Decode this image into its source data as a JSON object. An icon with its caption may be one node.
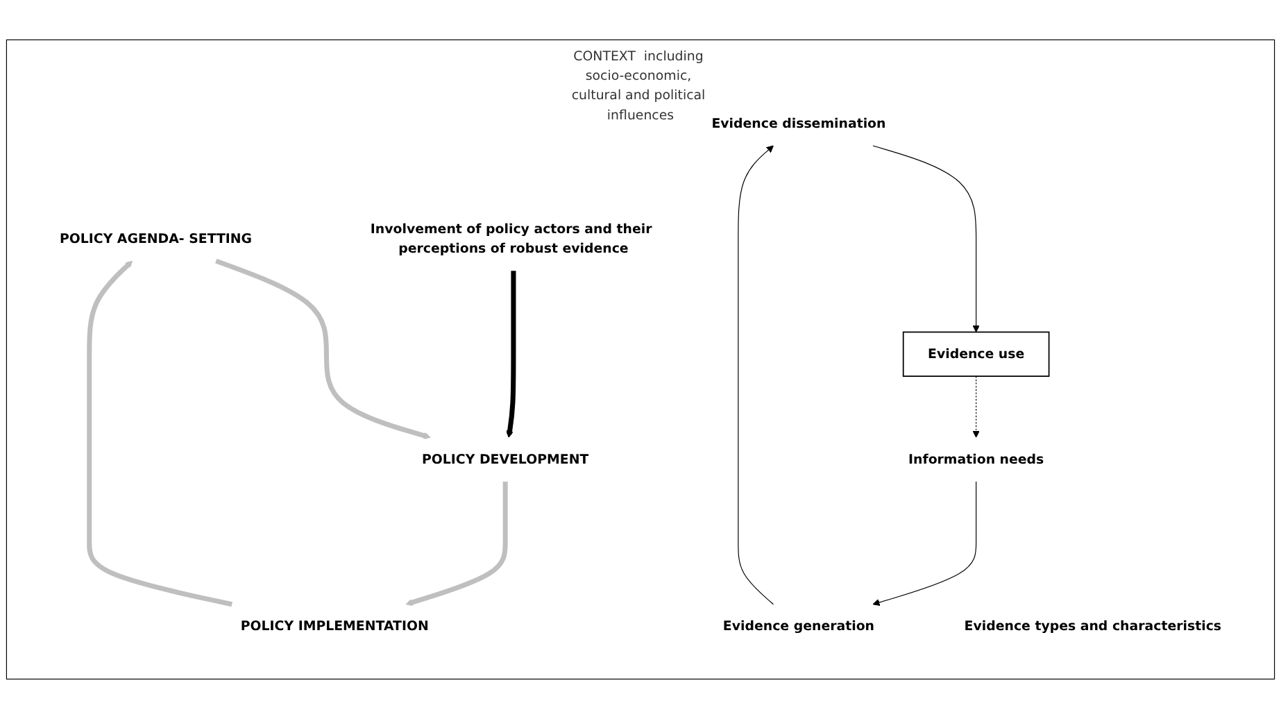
{
  "diagram": {
    "nodes": [
      {
        "text": [
          "CONTEXT  including socio-economic, cultural and political influences"
        ]
      },
      {
        "text": [
          "POLICY AGENDA- SETTING"
        ],
        "in": 0
      },
      {
        "text": [
          "POLICY DEVELOPMENT"
        ],
        "in": 0
      },
      {
        "text": [
          "POLICY IMPLEMENTATION"
        ],
        "in": 0
      },
      {
        "text": [
          "Evidence use"
        ],
        "in": 0
      },
      {
        "text": [
          "Information needs"
        ],
        "in": 0
      },
      {
        "text": [
          "Evidence generation"
        ],
        "in": 0
      },
      {
        "text": [
          "Evidence dissemination"
        ],
        "in": 0
      },
      {
        "text": [
          "Evidence types and characteristics"
        ],
        "in": 0
      },
      {
        "text": [
          "Involvement of policy actors and their perceptions of robust evidence"
        ],
        "in": 0
      }
    ],
    "edges": [
      {
        "from": 1,
        "to": 2,
        "arrow": "to",
        "style": "thick",
        "color": "#bfbfbf"
      },
      {
        "from": 2,
        "to": 3,
        "arrow": "to",
        "style": "thick",
        "color": "#bfbfbf"
      },
      {
        "from": 3,
        "to": 1,
        "arrow": "to",
        "style": "thick",
        "color": "#bfbfbf"
      },
      {
        "from": 7,
        "to": 4,
        "arrow": "to"
      },
      {
        "from": 4,
        "to": 5,
        "arrow": "to",
        "style": "dashed"
      },
      {
        "from": 5,
        "to": 6,
        "arrow": "to"
      },
      {
        "from": 6,
        "to": 7,
        "arrow": "to"
      },
      {
        "from": 9,
        "to": 2,
        "arrow": "to",
        "style": "thick"
      }
    ]
  }
}
